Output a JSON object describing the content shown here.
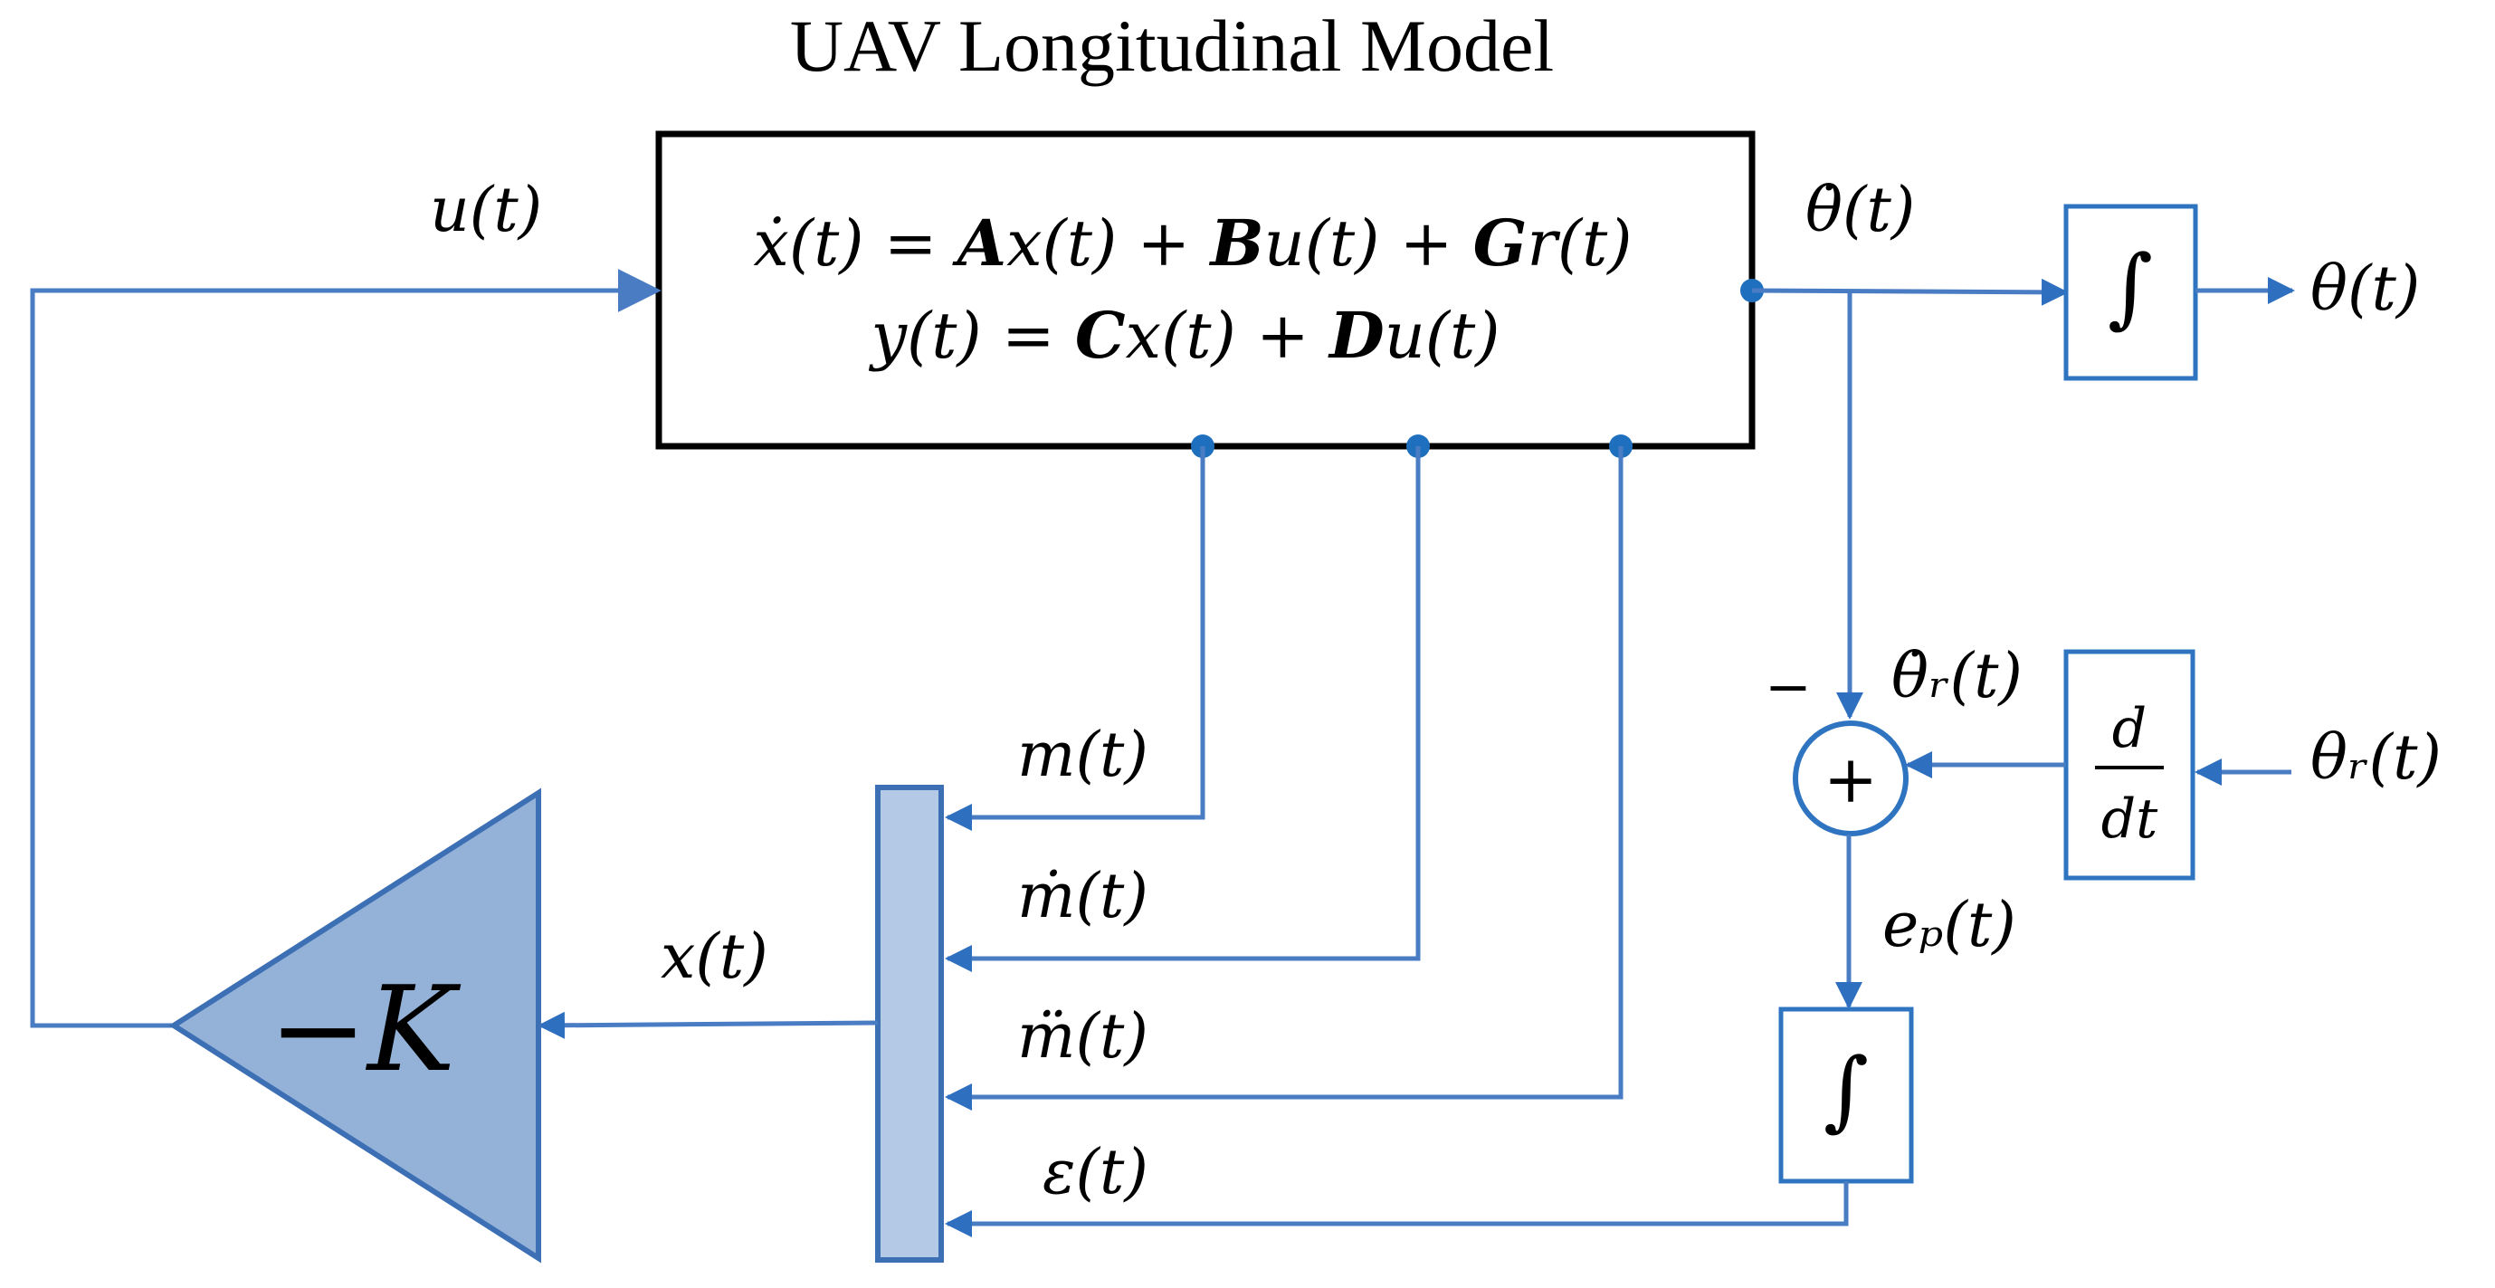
{
  "title": "UAV Longitudinal Model",
  "state_space": {
    "eq1": {
      "lhs": "ẋ(t) = ",
      "A": "A",
      "t1": "x(t) + ",
      "B": "B",
      "t2": "u(t) + ",
      "G": "G",
      "t3": "r(t)"
    },
    "eq2": {
      "lhs": "y(t) = ",
      "C": "C",
      "t1": "x(t) + ",
      "D": "D",
      "t2": "u(t)"
    }
  },
  "signals": {
    "u": "u(t)",
    "theta_dot": "θ̇(t)",
    "theta": "θ(t)",
    "theta_r": "θᵣ(t)",
    "theta_r_dot": "θ̇ᵣ(t)",
    "e_p": "eₚ(t)",
    "m": "m(t)",
    "m_dot": "ṁ(t)",
    "m_ddot": "m̈(t)",
    "epsilon": "ε(t)",
    "x": "x(t)"
  },
  "blocks": {
    "integrator_symbol": "∫",
    "derivative_num": "d",
    "derivative_den": "dt",
    "sum_symbol": "+",
    "sum_minus": "−",
    "gain": "−K"
  },
  "colors": {
    "wire": "#4a7cc4",
    "block_border": "#2e74c0",
    "gain_fill": "#94b2d8",
    "mux_fill": "#b4c9e6",
    "dot": "#1f6fbf"
  }
}
